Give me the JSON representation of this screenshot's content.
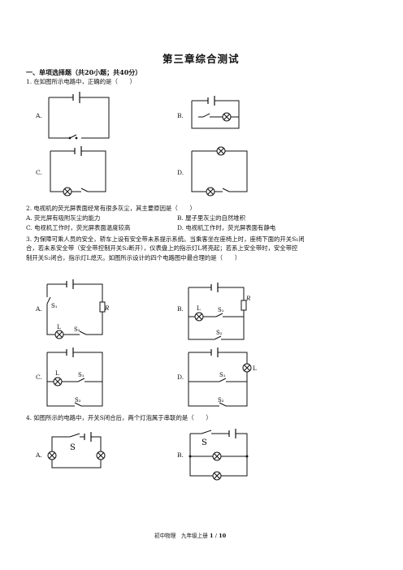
{
  "title": "第三章综合测试",
  "section": "一、单项选择题（共20小题；共40分）",
  "q1": {
    "stem": "1. 在如图所示电路中，正确的是（　　）",
    "a": "A.",
    "b": "B.",
    "c": "C.",
    "d": "D."
  },
  "q2": {
    "stem": "2. 电视机的荧光屏表面经常有很多灰尘，其主要原因是（　　）",
    "a": "A. 荧光屏有吸附灰尘的能力",
    "b": "B. 屋子里灰尘的自然堆积",
    "c": "C. 电视机工作时，荧光屏表面温度较高",
    "d": "D. 电视机工作时，荧光屏表面有静电"
  },
  "q3": {
    "line1": "3. 为保障可乘人员的安全，轿车上设有安全带未系提示系统。当乘客坐在座椅上时，座椅下面的开关S₁闭",
    "line2": "合，若未系安全带（安全带控制开关S₂断开），仪表盘上的指示灯L将亮起；若系上安全带时，安全带控",
    "line3": "制开关S₂闭合，指示灯L熄灭。如图所示设计的四个电路图中最合理的是（　　）",
    "a": "A.",
    "b": "B.",
    "c": "C.",
    "d": "D.",
    "s1": "S₁",
    "s2": "S₂",
    "r": "R",
    "l": "L"
  },
  "q4": {
    "stem": "4. 如图所示的电路中，开关S闭合后，两个灯泡属于串联的是（　　）",
    "a": "A.",
    "b": "B.",
    "s": "S"
  },
  "footer": {
    "text": "初中物理　九年级上册",
    "page": "1",
    "sep": "/",
    "total": "10"
  }
}
